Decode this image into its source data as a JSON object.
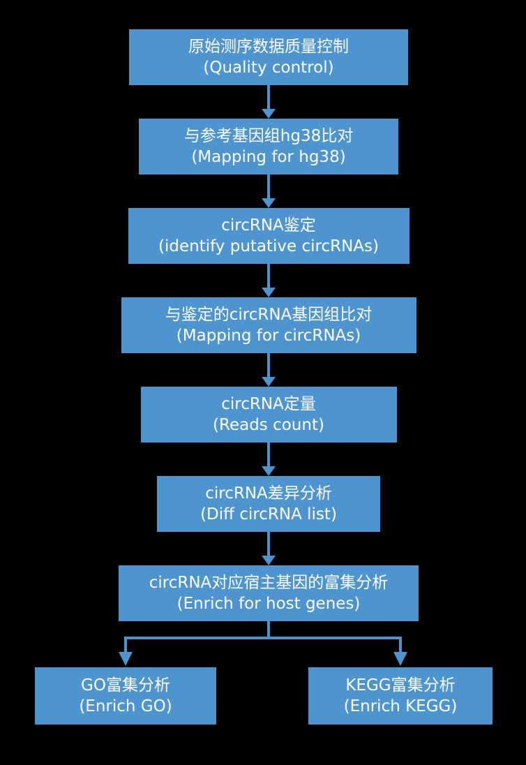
{
  "diagram": {
    "type": "flowchart",
    "direction": "top-down",
    "colors": {
      "box": "#4e94ce",
      "arrow": "#4e94ce",
      "text": "#ffffff",
      "background": "#000000"
    },
    "steps": [
      {
        "zh": "原始测序数据质量控制",
        "en": "(Quality control)"
      },
      {
        "zh": "与参考基因组hg38比对",
        "en": "(Mapping for hg38)"
      },
      {
        "zh": "circRNA鉴定",
        "en": "(identify putative circRNAs)"
      },
      {
        "zh": "与鉴定的circRNA基因组比对",
        "en": "(Mapping for circRNAs)"
      },
      {
        "zh": "circRNA定量",
        "en": "(Reads count)"
      },
      {
        "zh": "circRNA差异分析",
        "en": "(Diff circRNA list)"
      },
      {
        "zh": "circRNA对应宿主基因的富集分析",
        "en": "(Enrich for host genes)"
      }
    ],
    "branches": [
      {
        "zh": "GO富集分析",
        "en": "(Enrich GO)"
      },
      {
        "zh": "KEGG富集分析",
        "en": "(Enrich KEGG)"
      }
    ]
  }
}
